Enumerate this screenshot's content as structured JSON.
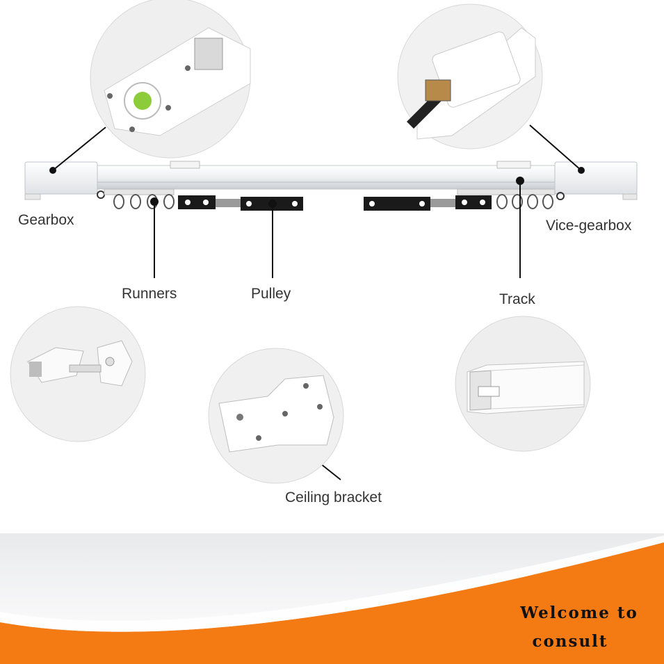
{
  "labels": {
    "gearbox": "Gearbox",
    "vice_gearbox": "Vice-gearbox",
    "runners": "Runners",
    "pulley": "Pulley",
    "track": "Track",
    "ceiling_bracket": "Ceiling bracket"
  },
  "banner": {
    "line1": "Welcome to",
    "line2": "consult",
    "accent_color": "#f47a14"
  }
}
